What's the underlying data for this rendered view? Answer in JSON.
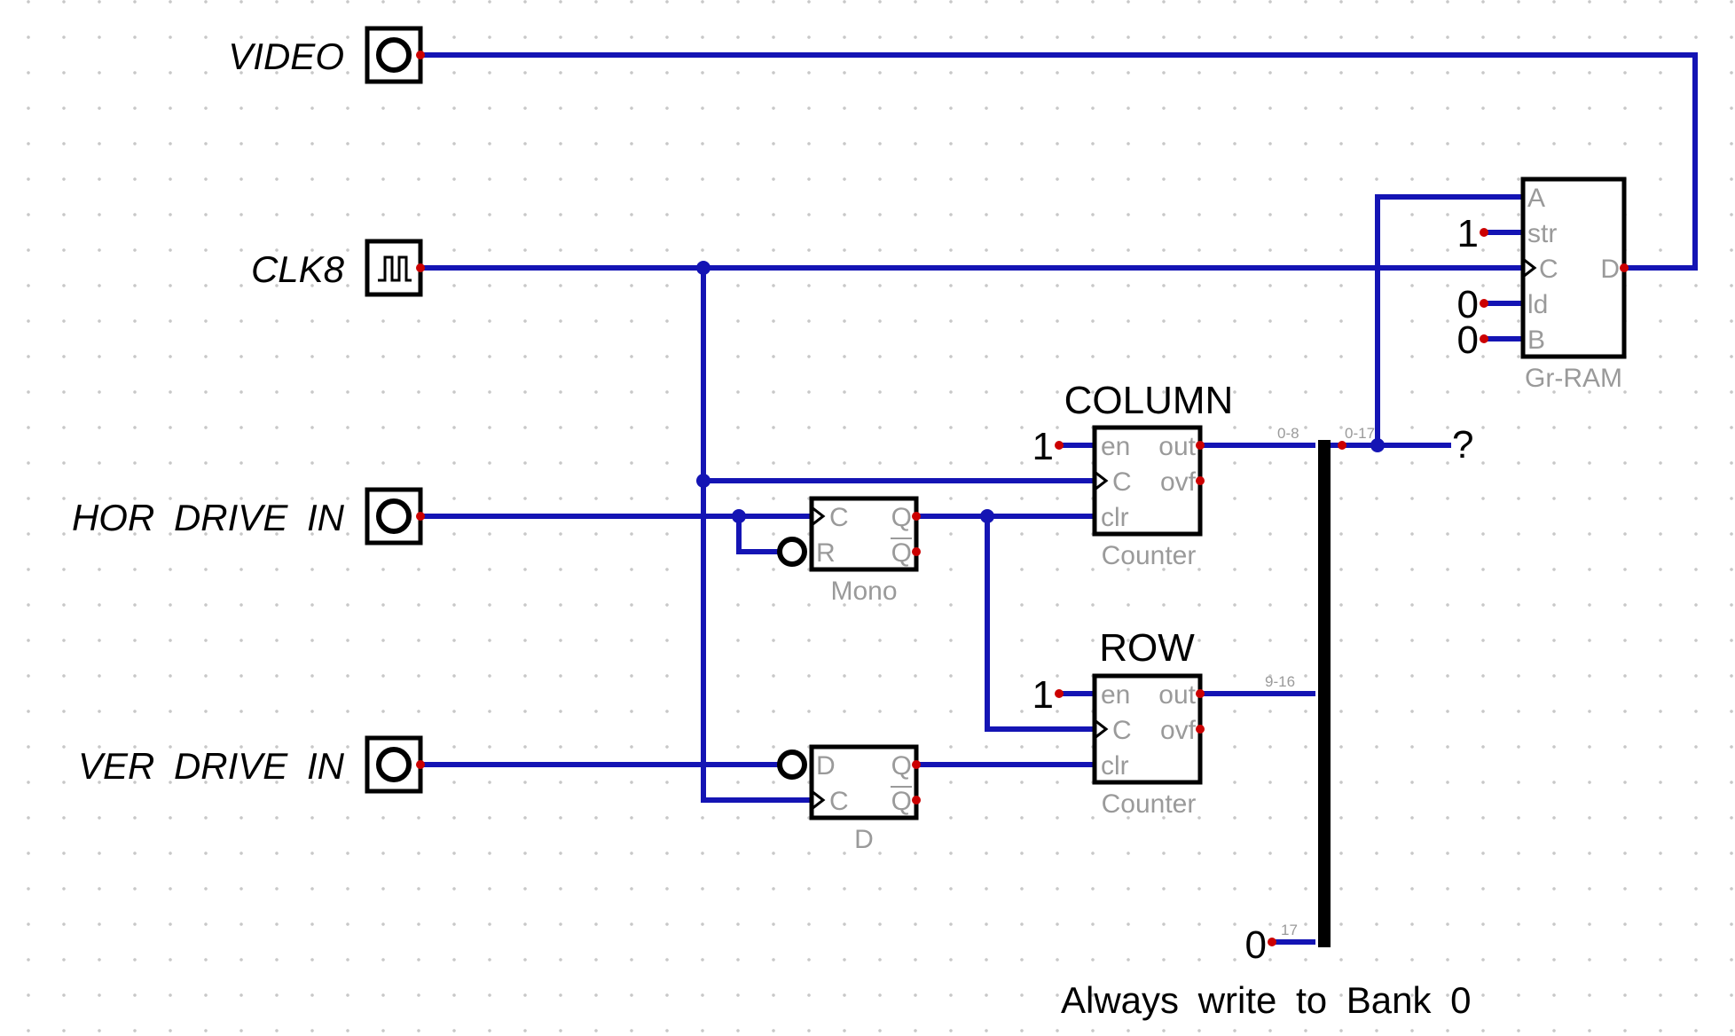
{
  "diagram": {
    "inputs": {
      "video": "VIDEO",
      "clk8": "CLK8",
      "hor_drive": "HOR DRIVE IN",
      "ver_drive": "VER DRIVE IN"
    },
    "column_counter": {
      "title": "COLUMN",
      "type": "Counter",
      "pins": {
        "en": "en",
        "out": "out",
        "c": "C",
        "ovf": "ovf",
        "clr": "clr"
      },
      "en_const": "1"
    },
    "row_counter": {
      "title": "ROW",
      "type": "Counter",
      "pins": {
        "en": "en",
        "out": "out",
        "c": "C",
        "ovf": "ovf",
        "clr": "clr"
      },
      "en_const": "1"
    },
    "mono": {
      "type": "Mono",
      "pins": {
        "c": "C",
        "r": "R",
        "q": "Q",
        "qn": "Q"
      }
    },
    "dff": {
      "type": "D",
      "pins": {
        "d": "D",
        "c": "C",
        "q": "Q",
        "qn": "Q"
      }
    },
    "ram": {
      "type": "Gr-RAM",
      "pins": {
        "a": "A",
        "str": "str",
        "c": "C",
        "ld": "ld",
        "b": "B",
        "d": "D"
      },
      "str_const": "1",
      "ld_const": "0",
      "b_const": "0"
    },
    "bus": {
      "col_range": "0-8",
      "out_range": "0-17",
      "row_range": "9-16",
      "bank_range": "17",
      "bank_const": "0",
      "output_label": "?"
    },
    "note": "Always write to Bank 0"
  }
}
